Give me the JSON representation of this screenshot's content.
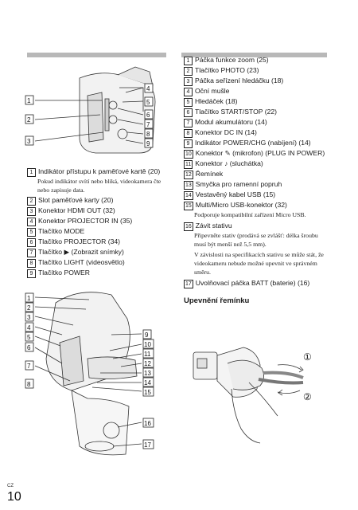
{
  "upper_illustration": {
    "callouts": [
      "1",
      "2",
      "3",
      "4",
      "5",
      "6",
      "7",
      "8",
      "9"
    ]
  },
  "upper_list": [
    {
      "n": "1",
      "text": "Indikátor přístupu k paměťové kartě (20)",
      "note": "Pokud indikátor svítí nebo bliká, videokamera čte nebo zapisuje data."
    },
    {
      "n": "2",
      "text": "Slot paměťové karty (20)"
    },
    {
      "n": "3",
      "text": "Konektor HDMI OUT (32)"
    },
    {
      "n": "4",
      "text": "Konektor PROJECTOR IN (35)"
    },
    {
      "n": "5",
      "text": "Tlačítko MODE"
    },
    {
      "n": "6",
      "text": "Tlačítko PROJECTOR (34)"
    },
    {
      "n": "7",
      "text": "Tlačítko ▶ (Zobrazit snímky)"
    },
    {
      "n": "8",
      "text": "Tlačítko LIGHT (videosvětlo)"
    },
    {
      "n": "9",
      "text": "Tlačítko POWER"
    }
  ],
  "lower_illustration": {
    "callouts": [
      "1",
      "2",
      "3",
      "4",
      "5",
      "6",
      "7",
      "8",
      "9",
      "10",
      "11",
      "12",
      "13",
      "14",
      "15",
      "16",
      "17"
    ]
  },
  "right_list": [
    {
      "n": "1",
      "text": "Páčka funkce zoom (25)"
    },
    {
      "n": "2",
      "text": "Tlačítko PHOTO (23)"
    },
    {
      "n": "3",
      "text": "Páčka seřízení hledáčku (18)"
    },
    {
      "n": "4",
      "text": "Oční mušle"
    },
    {
      "n": "5",
      "text": "Hledáček (18)"
    },
    {
      "n": "6",
      "text": "Tlačítko START/STOP (22)"
    },
    {
      "n": "7",
      "text": "Modul akumulátoru (14)"
    },
    {
      "n": "8",
      "text": "Konektor DC IN (14)"
    },
    {
      "n": "9",
      "text": "Indikátor POWER/CHG (nabíjení) (14)"
    },
    {
      "n": "10",
      "text": "Konektor ✎ (mikrofon) (PLUG IN POWER)"
    },
    {
      "n": "11",
      "text": "Konektor ♪ (sluchátka)"
    },
    {
      "n": "12",
      "text": "Řemínek"
    },
    {
      "n": "13",
      "text": "Smyčka pro ramenní popruh"
    },
    {
      "n": "14",
      "text": "Vestavěný kabel USB (15)"
    },
    {
      "n": "15",
      "text": "Multi/Micro USB-konektor (32)",
      "note": "Podporuje kompatibilní zařízení Micro USB."
    },
    {
      "n": "16",
      "text": "Závit stativu",
      "notes": [
        "Připevněte stativ (prodává se zvlášť: délka šroubu musí být menší než 5,5 mm).",
        "V závislosti na specifikacích stativu se může stát, že videokameru nebude možné upevnit ve správném směru."
      ]
    },
    {
      "n": "17",
      "text": "Uvolňovací páčka BATT (baterie) (16)"
    }
  ],
  "strap_section": {
    "heading": "Upevnění řemínku",
    "step1": "①",
    "step2": "②"
  },
  "footer": {
    "lang": "CZ",
    "page": "10"
  }
}
